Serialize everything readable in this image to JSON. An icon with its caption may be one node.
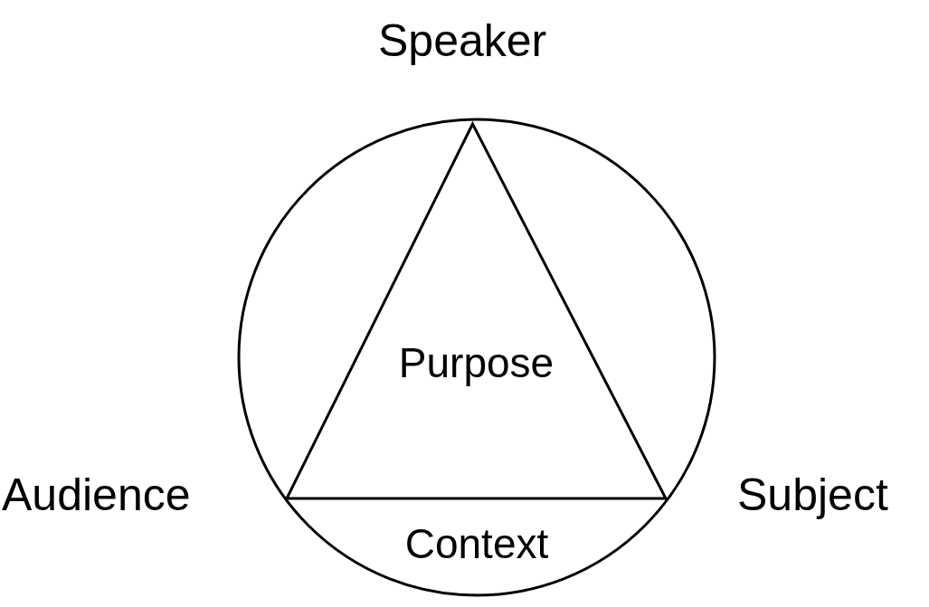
{
  "diagram": {
    "nodes": [
      {
        "text": [
          "Context"
        ]
      },
      {
        "text": [
          "Purpose"
        ],
        "in": 0
      }
    ],
    "labels": [
      "Speaker",
      "Audience",
      "Subject"
    ]
  }
}
